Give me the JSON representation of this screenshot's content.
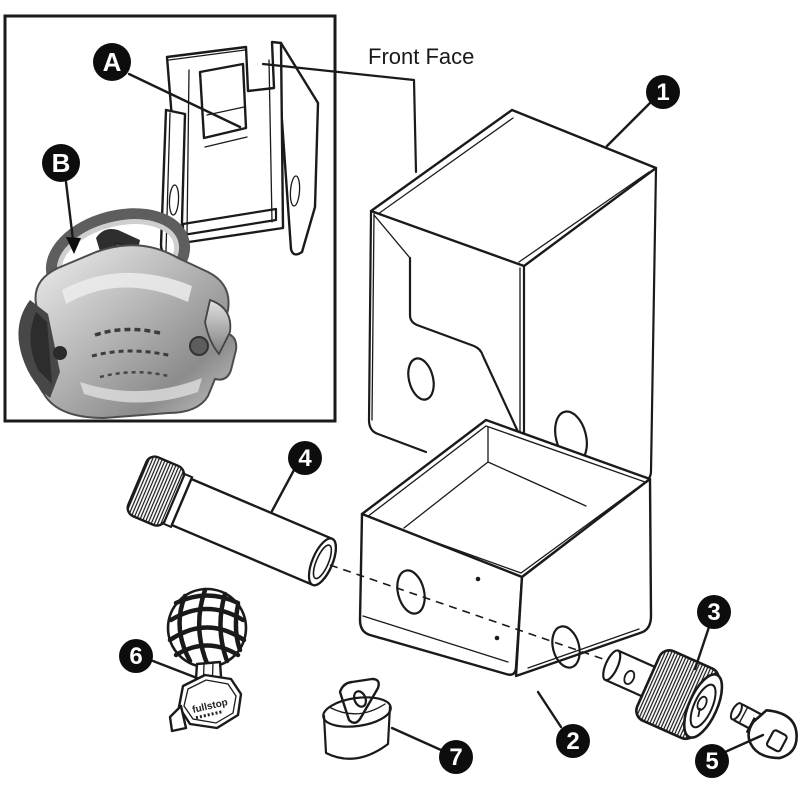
{
  "diagram": {
    "front_face_label": "Front Face",
    "part6_brand": "fullstop",
    "callouts": {
      "a": "A",
      "b": "B",
      "n1": "1",
      "n2": "2",
      "n3": "3",
      "n4": "4",
      "n5": "5",
      "n6": "6",
      "n7": "7"
    }
  }
}
